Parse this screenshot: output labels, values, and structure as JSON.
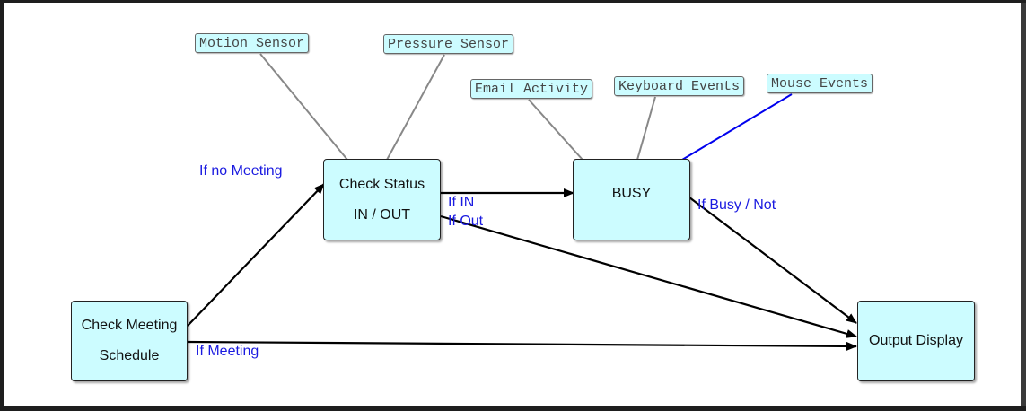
{
  "nodes": {
    "check_meeting": {
      "line1": "Check Meeting",
      "line2": "Schedule"
    },
    "check_status": {
      "line1": "Check Status",
      "line2": "IN / OUT"
    },
    "busy": {
      "label": "BUSY"
    },
    "output_display": {
      "label": "Output Display"
    }
  },
  "sensors": {
    "motion": "Motion Sensor",
    "pressure": "Pressure Sensor",
    "email": "Email Activity",
    "keyboard": "Keyboard Events",
    "mouse": "Mouse Events"
  },
  "edge_labels": {
    "if_no_meeting": "If no Meeting",
    "if_meeting": "If Meeting",
    "if_in": "If IN",
    "if_out": "If Out",
    "if_busy_not": "If Busy / Not"
  },
  "colors": {
    "node_fill": "#ccfcff",
    "edge_label": "#1a1ae0",
    "sensor_link": "#888888",
    "highlight_link": "#0000ee"
  }
}
